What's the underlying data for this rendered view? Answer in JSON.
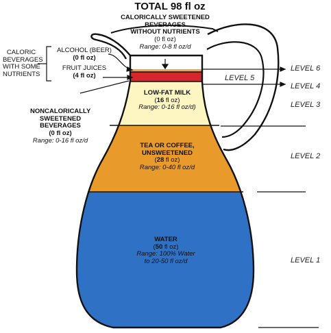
{
  "title": "TOTAL 98 fl oz",
  "colors": {
    "water": "#2f72c5",
    "tea_coffee": "#e89a2a",
    "milk": "#fdf6c3",
    "juice": "#d5272b",
    "alcohol": "#e9a64a",
    "outline": "#111111"
  },
  "top_label": {
    "line1": "CALORICALLY SWEETENED",
    "line2": "BEVERAGES",
    "line3": "WITHOUT NUTRIENTS",
    "amount": "(0 fl oz)",
    "range": "Range: 0-8 fl oz/d"
  },
  "left_group": {
    "line1": "CALORIC",
    "line2": "BEVERAGES",
    "line3": "WITH SOME",
    "line4": "NUTRIENTS"
  },
  "alcohol": {
    "label": "ALCOHOL (BEER)",
    "amount": "(0 fl oz)"
  },
  "juice": {
    "label": "FRUIT JUICES",
    "amount": "(4 fl oz)"
  },
  "noncaloric": {
    "line1": "NONCALORICALLY",
    "line2": "SWEETENED",
    "line3": "BEVERAGES",
    "amount": "(0 fl oz)",
    "range": "Range: 0-16 fl oz/d"
  },
  "milk": {
    "label": "LOW-FAT MILK",
    "amount_prefix": "(",
    "amount_num": "16",
    "amount_suffix": " fl oz)",
    "range": "Range: 0-16 fl oz/d)"
  },
  "tea": {
    "line1": "TEA OR COFFEE,",
    "line2": "UNSWEETENED",
    "amount_prefix": "(",
    "amount_num": "28",
    "amount_suffix": " fl oz)",
    "range": "Range: 0-40 fl oz/d"
  },
  "water": {
    "label": "WATER",
    "amount_prefix": "(",
    "amount_num": "50",
    "amount_suffix": " fl oz)",
    "range1": "Range: 100% Water",
    "range2": "to 20-50 fl oz/d"
  },
  "levels": {
    "level6": "LEVEL 6",
    "level5": "LEVEL 5",
    "level4": "LEVEL 4",
    "level3": "LEVEL 3",
    "level2": "LEVEL 2",
    "level1": "LEVEL 1"
  }
}
